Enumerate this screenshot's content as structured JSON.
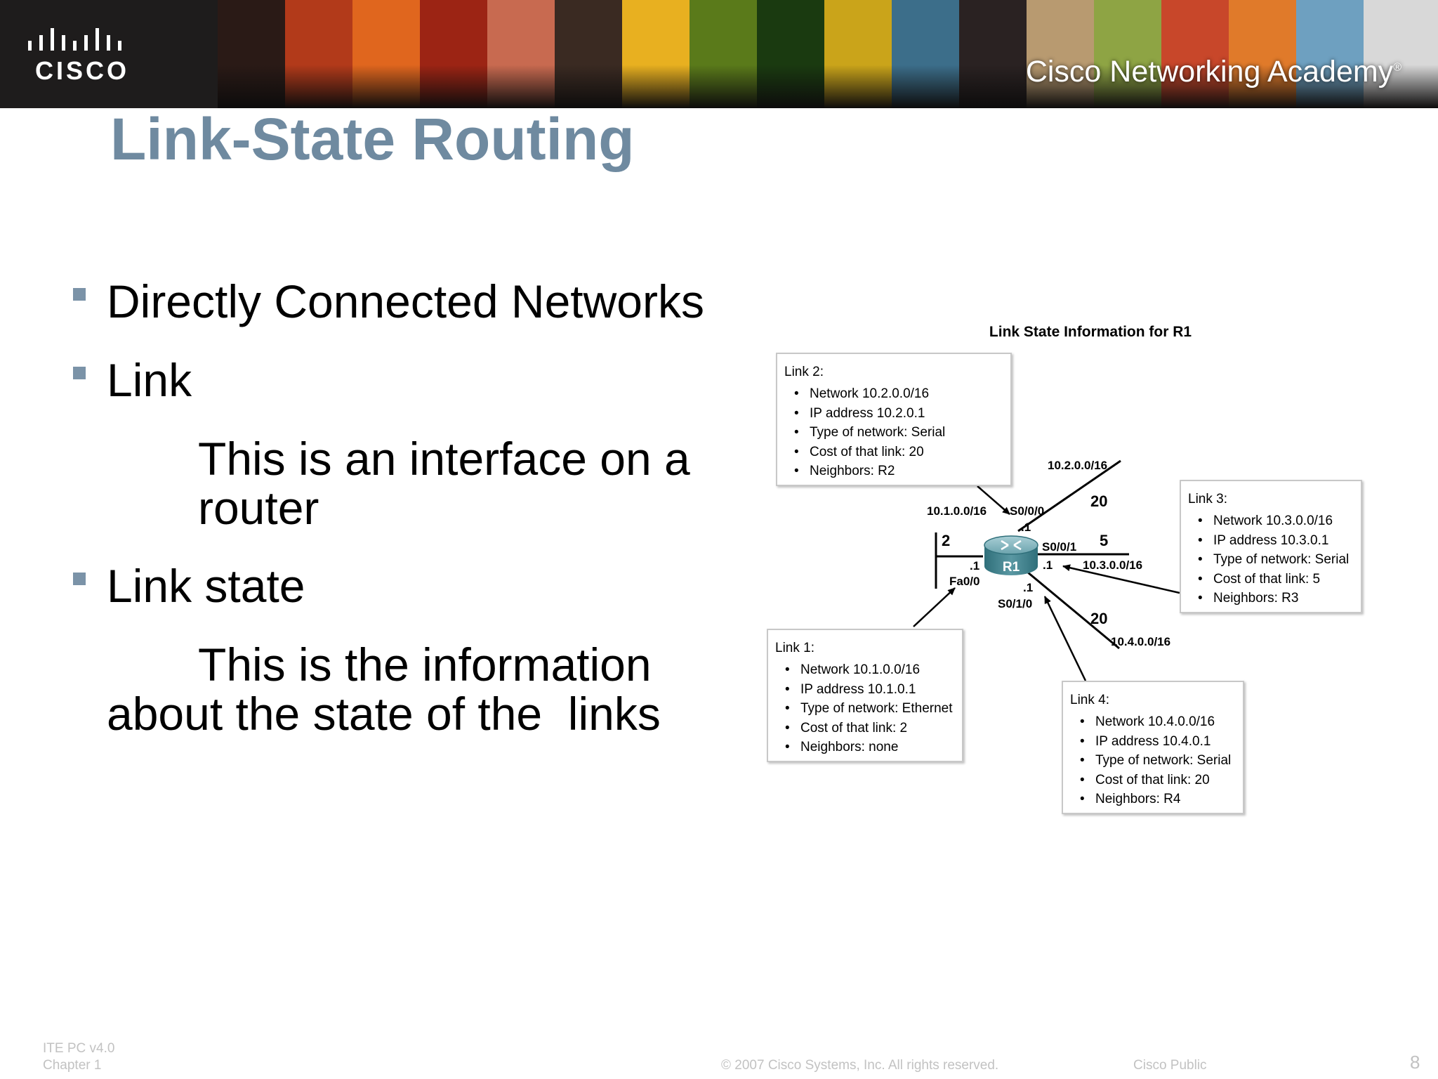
{
  "banner": {
    "logo_text": "CISCO",
    "academy_text": "Cisco Networking Academy",
    "academy_mark": "®",
    "colors": [
      "#2a1a16",
      "#b23a1a",
      "#e0661e",
      "#9c2414",
      "#c86a50",
      "#3a2a22",
      "#e8b020",
      "#5a7a1a",
      "#1a3a10",
      "#caa41a",
      "#3c6e8a",
      "#2a2222",
      "#b89a70",
      "#8ea444",
      "#c8472a",
      "#e07a2a",
      "#6ea0c0",
      "#d8d8d8"
    ]
  },
  "title": "Link-State Routing",
  "bullets": [
    {
      "text": "Directly Connected Networks"
    },
    {
      "text": "Link"
    },
    {
      "text": "Link state"
    }
  ],
  "subtexts": {
    "link_line1": "This is an interface on a",
    "link_line2": "router",
    "state_line1": "This is the information",
    "state_line2": "about the state of the  links"
  },
  "diagram": {
    "heading": "Link State Information for R1",
    "router_label": "R1",
    "networks": {
      "n1": "10.1.0.0/16",
      "n2": "10.2.0.0/16",
      "n3": "10.3.0.0/16",
      "n4": "10.4.0.0/16"
    },
    "interfaces": {
      "s000": "S0/0/0",
      "s001": "S0/0/1",
      "s010": "S0/1/0",
      "fa00": "Fa0/0",
      "host": ".1"
    },
    "costs": {
      "c1": "2",
      "c2": "20",
      "c3": "5",
      "c4": "20"
    },
    "links": [
      {
        "title": "Link 1:",
        "items": [
          "Network 10.1.0.0/16",
          "IP address 10.1.0.1",
          "Type of network: Ethernet",
          "Cost of that link: 2",
          "Neighbors: none"
        ]
      },
      {
        "title": "Link 2:",
        "items": [
          "Network 10.2.0.0/16",
          "IP address 10.2.0.1",
          "Type of network: Serial",
          "Cost of that link: 20",
          "Neighbors: R2"
        ]
      },
      {
        "title": "Link 3:",
        "items": [
          "Network 10.3.0.0/16",
          "IP address 10.3.0.1",
          "Type of network: Serial",
          "Cost of that link: 5",
          "Neighbors: R3"
        ]
      },
      {
        "title": "Link 4:",
        "items": [
          "Network 10.4.0.0/16",
          "IP address 10.4.0.1",
          "Type of network: Serial",
          "Cost of that link: 20",
          "Neighbors: R4"
        ]
      }
    ]
  },
  "footer": {
    "course": "ITE PC v4.0",
    "chapter": "Chapter 1",
    "copyright": "© 2007 Cisco Systems, Inc. All rights reserved.",
    "classification": "Cisco Public",
    "page_number": "8"
  }
}
